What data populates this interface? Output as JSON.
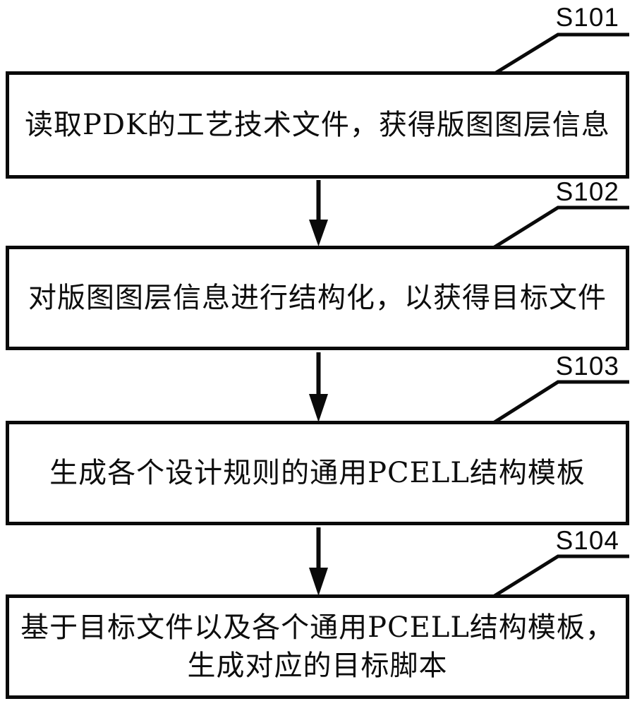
{
  "figure": {
    "type": "flowchart",
    "background_color": "#ffffff",
    "stroke_color": "#0a0a0a",
    "text_color": "#0d0d0d"
  },
  "steps": [
    {
      "label": "S101",
      "text": "读取PDK的工艺技术文件，获得版图图层信息"
    },
    {
      "label": "S102",
      "text": "对版图图层信息进行结构化，以获得目标文件"
    },
    {
      "label": "S103",
      "text": "生成各个设计规则的通用PCELL结构模板"
    },
    {
      "label": "S104",
      "text": "基于目标文件以及各个通用PCELL结构模板，生成对应的目标脚本"
    }
  ]
}
